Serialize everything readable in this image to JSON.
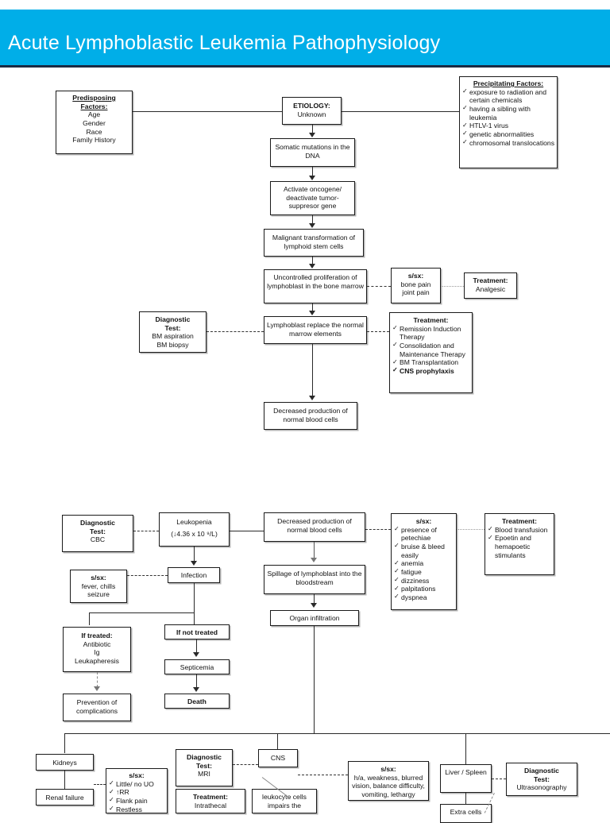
{
  "header": {
    "title": "Acute Lymphoblastic Leukemia Pathophysiology",
    "banner_color": "#00AEE8",
    "rule_color": "#1b2a43",
    "title_color": "#ffffff"
  },
  "section1": {
    "predisposing": {
      "heading_line1": "Predisposing",
      "heading_line2": "Factors:",
      "items": [
        "Age",
        "Gender",
        "Race",
        "Family History"
      ]
    },
    "etiology": {
      "heading": "ETIOLOGY:",
      "value": "Unknown"
    },
    "precipitating": {
      "heading": "Precipitating Factors:",
      "items": [
        "exposure to radiation and certain chemicals",
        "having a sibling with leukemia",
        "HTLV-1 virus",
        "genetic abnormalities",
        "chromosomal translocations"
      ]
    },
    "chain": [
      "Somatic mutations in the DNA",
      "Activate oncogene/ deactivate tumor-suppresor gene",
      "Malignant transformation of lymphoid stem cells",
      "Uncontrolled proliferation of lymphoblast in the bone marrow",
      "Lymphoblast replace the normal marrow elements",
      "Decreased production of normal blood cells"
    ],
    "ssx_bone": {
      "heading": "s/sx:",
      "lines": [
        "bone pain",
        "joint pain"
      ]
    },
    "treatment_analgesic": {
      "heading": "Treatment:",
      "value": "Analgesic"
    },
    "diagnostic_bm": {
      "heading_line1": "Diagnostic",
      "heading_line2": "Test:",
      "lines": [
        "BM aspiration",
        "BM biopsy"
      ]
    },
    "treatment_main": {
      "heading": "Treatment:",
      "items": [
        "Remission Induction Therapy",
        "Consolidation and Maintenance Therapy",
        "BM Transplantation",
        "CNS prophylaxis"
      ]
    }
  },
  "section2": {
    "diagnostic_cbc": {
      "heading_line1": "Diagnostic",
      "heading_line2": "Test:",
      "value": "CBC"
    },
    "leukopenia": {
      "label": "Leukopenia",
      "value": "(↓4.36 x 10 ⁹/L)"
    },
    "decreased_production": "Decreased production of normal blood cells",
    "spillage": "Spillage of lymphoblast into the bloodstream",
    "organ_infiltration": "Organ infiltration",
    "infection": "Infection",
    "ssx_fever": {
      "heading": "s/sx:",
      "lines": [
        "fever, chills",
        "seizure"
      ]
    },
    "ssx_blood": {
      "heading": "s/sx:",
      "items": [
        "presence of petechiae",
        "bruise & bleed easily",
        "anemia",
        "fatigue",
        "dizziness",
        "palpitations",
        "dyspnea"
      ]
    },
    "treatment_blood": {
      "heading": "Treatment:",
      "items": [
        "Blood transfusion",
        "Epoetin and hemapoetic stimulants"
      ]
    },
    "if_treated": {
      "heading": "If treated:",
      "lines": [
        "Antibiotic",
        "Ig",
        "Leukapheresis"
      ]
    },
    "if_not_treated": "If not treated",
    "septicemia": "Septicemia",
    "death": "Death",
    "prevention": "Prevention of complications"
  },
  "section3": {
    "kidneys": "Kidneys",
    "renal_failure": "Renal failure",
    "ssx_kidney": {
      "heading": "s/sx:",
      "items": [
        "Little/ no UO",
        "↑RR",
        "Flank pain",
        "Restless"
      ]
    },
    "diagnostic_mri": {
      "heading_line1": "Diagnostic",
      "heading_line2": "Test:",
      "value": "MRI"
    },
    "cns": "CNS",
    "treatment_intrathecal": {
      "heading": "Treatment:",
      "lines": [
        "Intrathecal"
      ]
    },
    "leukocyte": "leukocyte cells impairs the",
    "ssx_cns": {
      "heading": "s/sx:",
      "lines": [
        "h/a, weakness, blurred",
        "vision, balance difficulty,",
        "vomiting, lethargy"
      ]
    },
    "liver_spleen": "Liver / Spleen",
    "diagnostic_uls": {
      "heading_line1": "Diagnostic",
      "heading_line2": "Test:",
      "value": "Ultrasonography"
    },
    "extra_cells": "Extra cells"
  },
  "icons": {
    "check": "✓"
  }
}
